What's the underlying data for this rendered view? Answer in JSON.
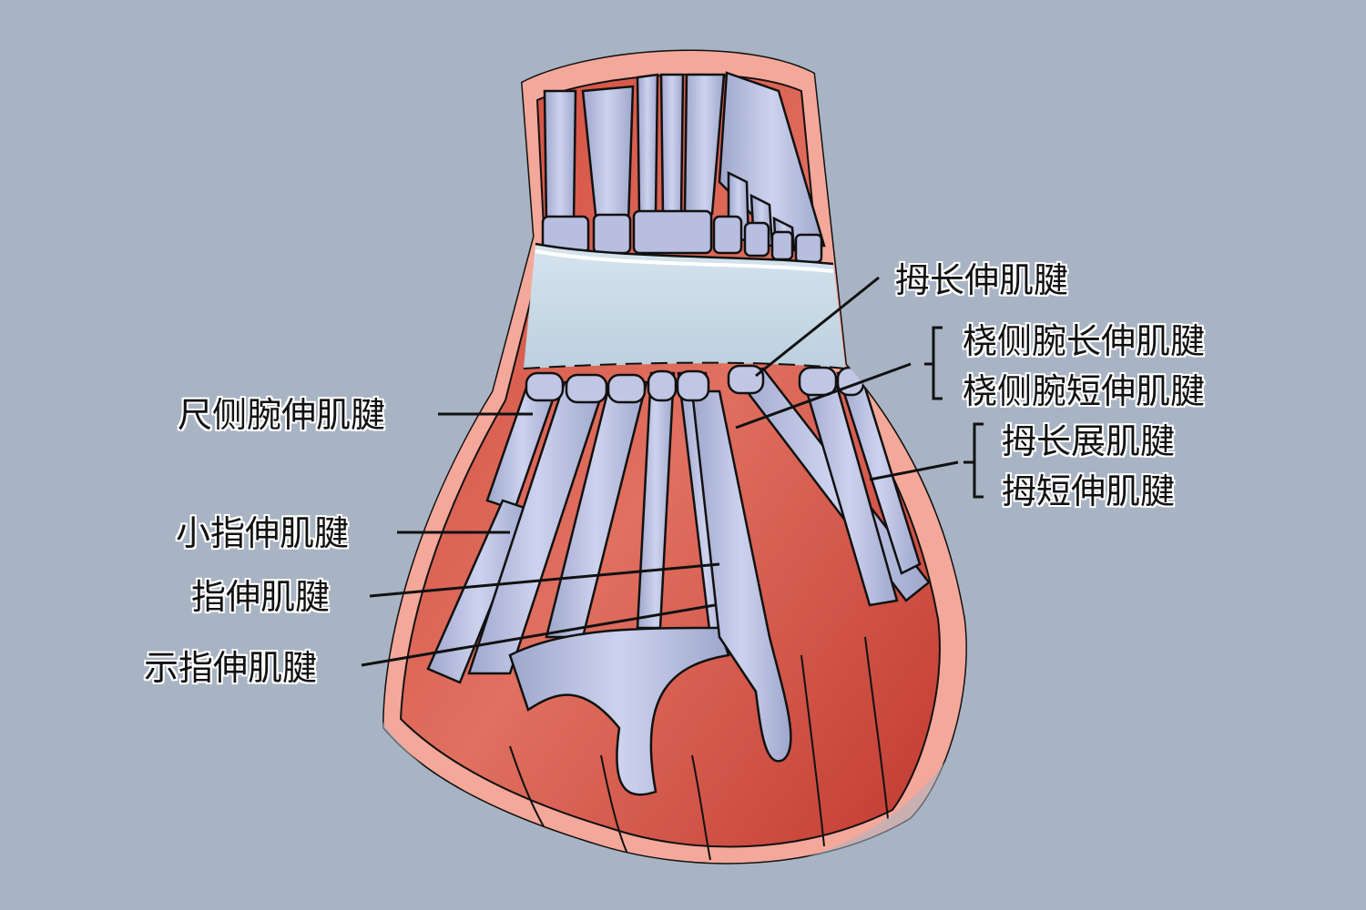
{
  "figure": {
    "subject": "dorsal hand extensor tendons",
    "background_color": "#a8b4c4",
    "colors": {
      "skin": "#f4a89a",
      "muscle": "#c8443a",
      "tendon": "#b4bcdc",
      "retinaculum": "#c8dae6",
      "outline": "#111111"
    }
  },
  "labels": {
    "right": [
      {
        "id": "epl",
        "text": "拇长伸肌腱"
      },
      {
        "id": "ecrl",
        "text": "桡侧腕长伸肌腱"
      },
      {
        "id": "ecrb",
        "text": "桡侧腕短伸肌腱"
      },
      {
        "id": "apl",
        "text": "拇长展肌腱"
      },
      {
        "id": "epb",
        "text": "拇短伸肌腱"
      }
    ],
    "left": [
      {
        "id": "ecu",
        "text": "尺侧腕伸肌腱"
      },
      {
        "id": "edm",
        "text": "小指伸肌腱"
      },
      {
        "id": "edc",
        "text": "指伸肌腱"
      },
      {
        "id": "eip",
        "text": "示指伸肌腱"
      }
    ]
  }
}
